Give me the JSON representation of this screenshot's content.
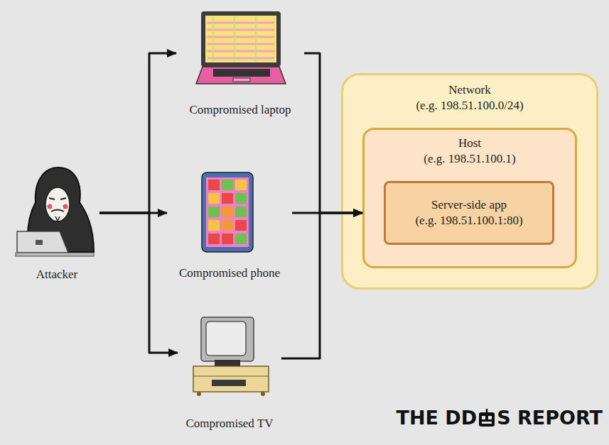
{
  "diagram": {
    "nodes": [
      {
        "text": [
          "Attacker"
        ]
      },
      {
        "text": [
          "Compromised laptop"
        ]
      },
      {
        "text": [
          "Compromised phone"
        ]
      },
      {
        "text": [
          "Compromised TV"
        ]
      },
      {
        "text": [
          "Network",
          "(e.g. 198.51.100.0/24)"
        ]
      },
      {
        "text": [
          "Host",
          "(e.g. 198.51.100.1)"
        ],
        "in": 4
      },
      {
        "text": [
          "Server-side app",
          "(e.g. 198.51.100.1:80)"
        ],
        "in": 5
      }
    ],
    "edges": [
      {
        "from": 0,
        "to": 1,
        "arrow": "to"
      },
      {
        "from": 0,
        "to": 2,
        "arrow": "to"
      },
      {
        "from": 0,
        "to": 3,
        "arrow": "to"
      },
      {
        "from": 1,
        "to": 5,
        "arrow": "to"
      },
      {
        "from": 2,
        "to": 5,
        "arrow": "to"
      },
      {
        "from": 3,
        "to": 5,
        "arrow": "to"
      }
    ],
    "labels": [
      "THE DD",
      "S REPORT"
    ]
  }
}
